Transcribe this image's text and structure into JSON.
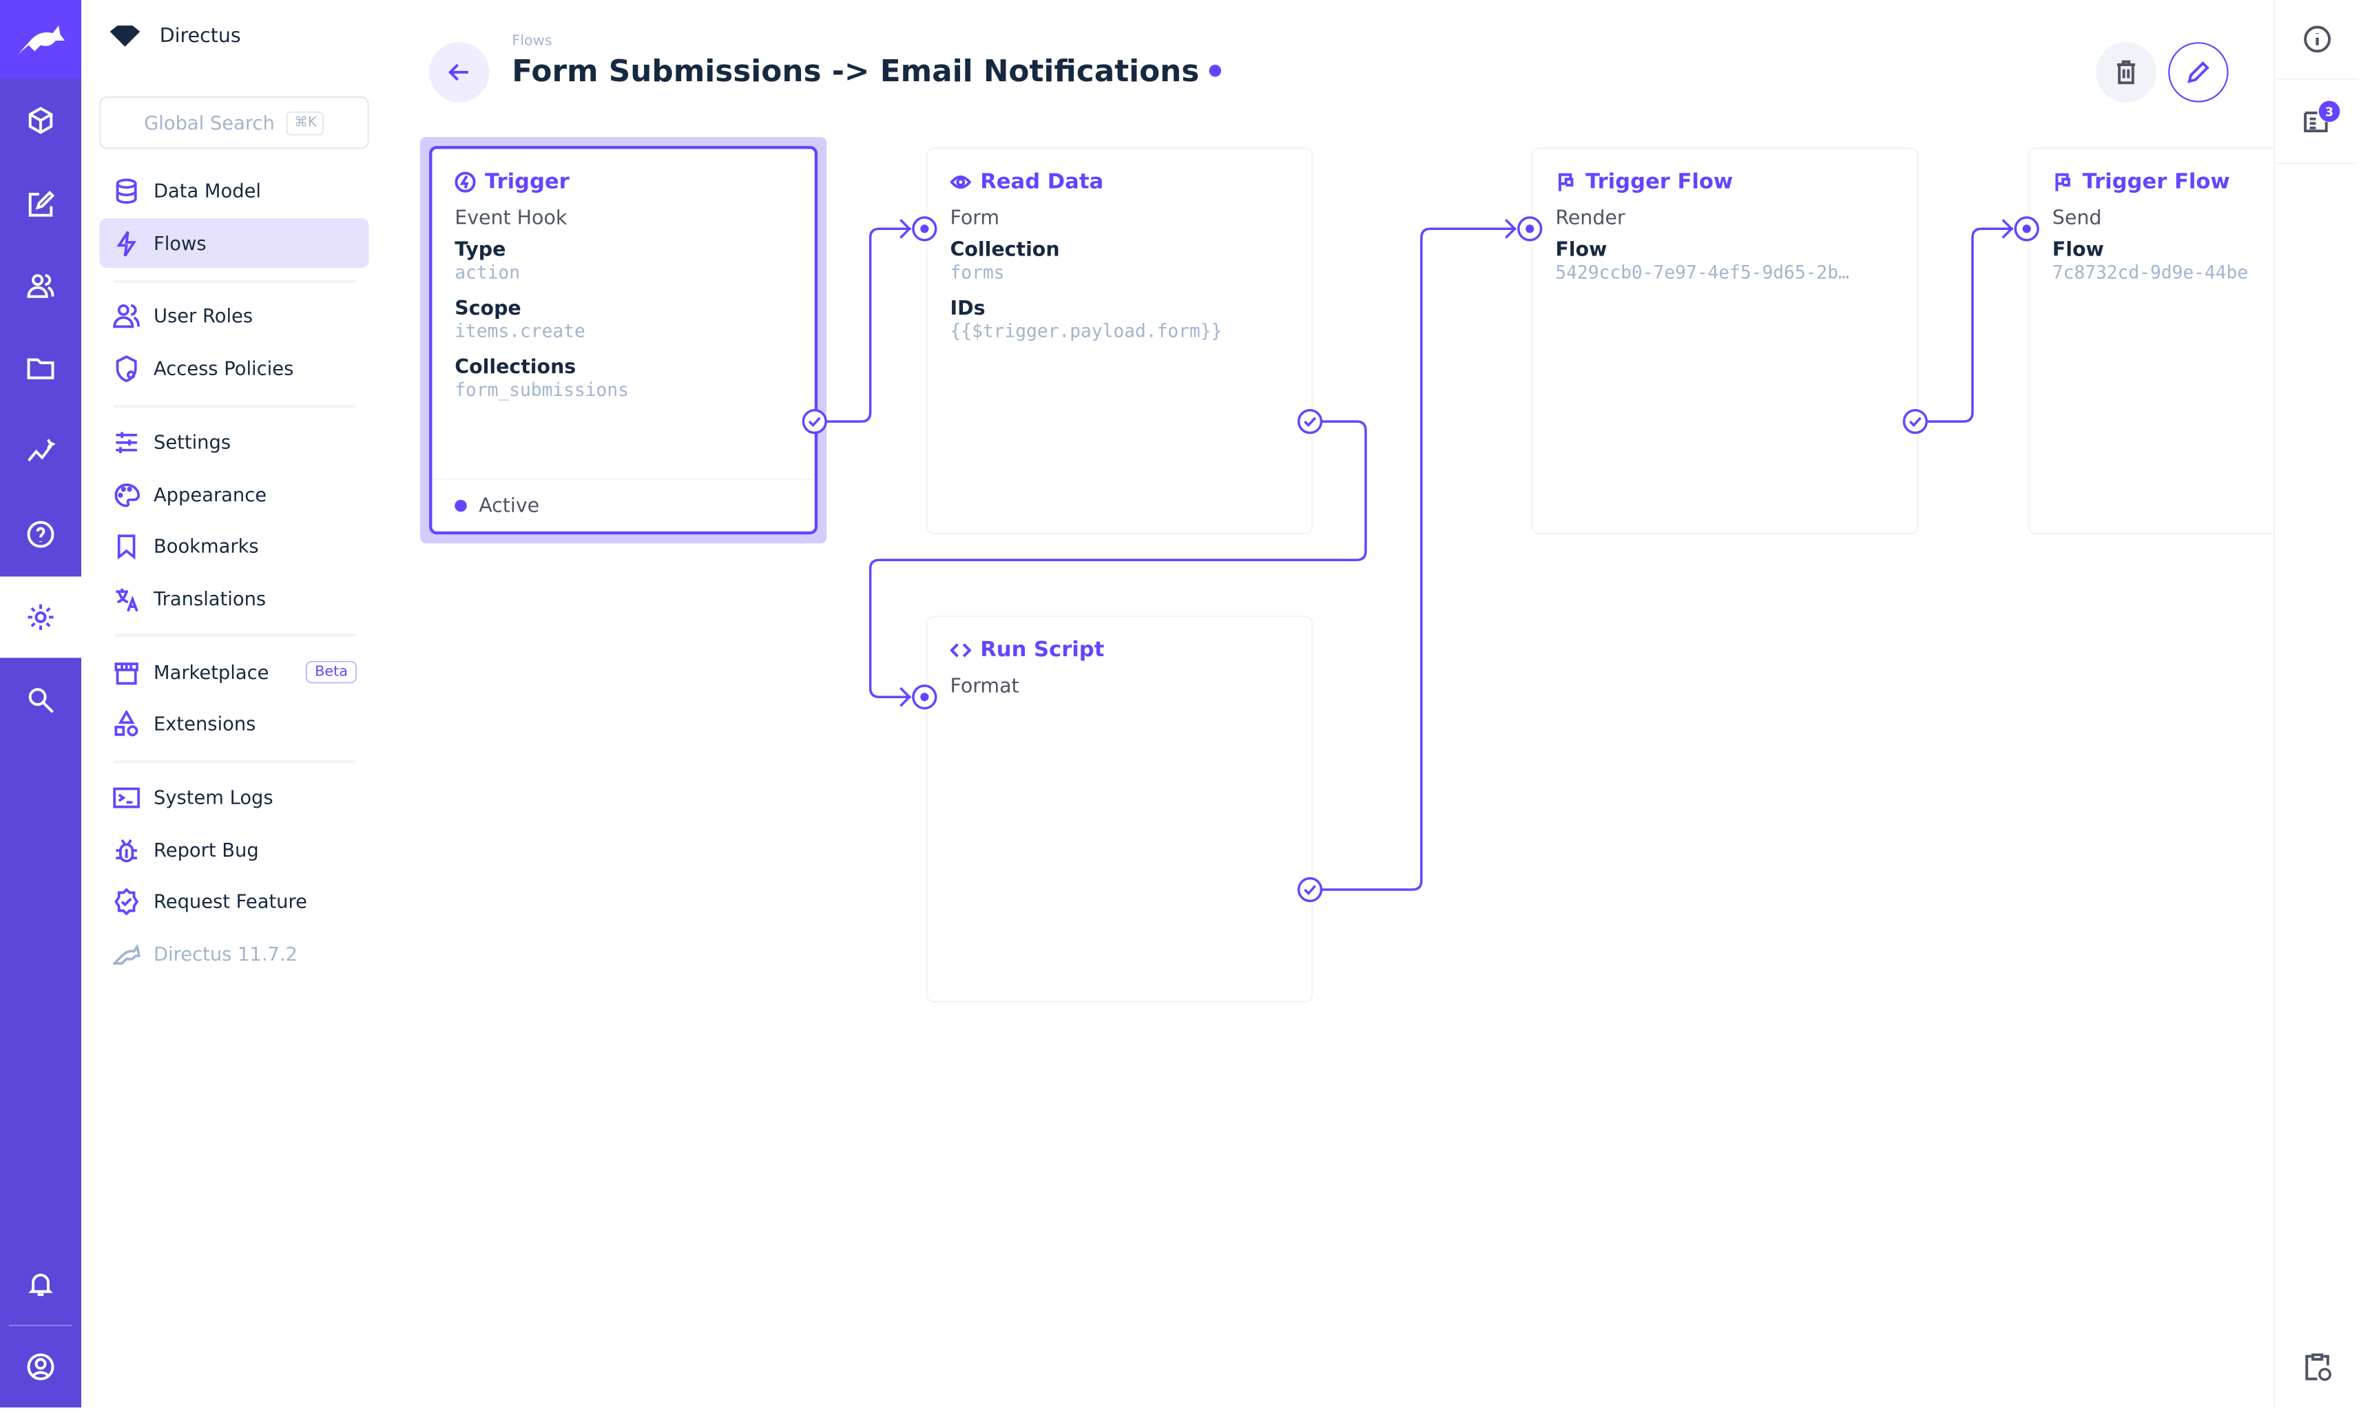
{
  "app": {
    "name": "Directus",
    "accent": "#6644FF"
  },
  "search": {
    "placeholder": "Global Search",
    "shortcut": "⌘K"
  },
  "nav": {
    "items": [
      {
        "label": "Data Model",
        "icon": "database-icon"
      },
      {
        "label": "Flows",
        "icon": "bolt-icon",
        "active": true
      },
      {
        "label": "User Roles",
        "icon": "users-icon"
      },
      {
        "label": "Access Policies",
        "icon": "shield-icon"
      },
      {
        "label": "Settings",
        "icon": "sliders-icon"
      },
      {
        "label": "Appearance",
        "icon": "palette-icon"
      },
      {
        "label": "Bookmarks",
        "icon": "bookmark-icon"
      },
      {
        "label": "Translations",
        "icon": "translate-icon"
      },
      {
        "label": "Marketplace",
        "icon": "store-icon",
        "badge": "Beta"
      },
      {
        "label": "Extensions",
        "icon": "shapes-icon"
      },
      {
        "label": "System Logs",
        "icon": "terminal-icon"
      },
      {
        "label": "Report Bug",
        "icon": "bug-icon"
      },
      {
        "label": "Request Feature",
        "icon": "verified-icon"
      },
      {
        "label": "Directus 11.7.2",
        "icon": "directus-logo-icon"
      }
    ]
  },
  "header": {
    "breadcrumb": "Flows",
    "title": "Form Submissions -> Email Notifications"
  },
  "sidebar_right": {
    "logs_badge": "3"
  },
  "flow": {
    "trigger": {
      "title": "Trigger",
      "name": "Event Hook",
      "fields": [
        {
          "label": "Type",
          "value": "action"
        },
        {
          "label": "Scope",
          "value": "items.create"
        },
        {
          "label": "Collections",
          "value": "form_submissions"
        }
      ],
      "status": "Active"
    },
    "operations": [
      {
        "title": "Read Data",
        "icon": "eye-icon",
        "name": "Form",
        "fields": [
          {
            "label": "Collection",
            "value": "forms"
          },
          {
            "label": "IDs",
            "value": "{{$trigger.payload.form}}"
          }
        ]
      },
      {
        "title": "Run Script",
        "icon": "code-icon",
        "name": "Format",
        "fields": []
      },
      {
        "title": "Trigger Flow",
        "icon": "flag-icon",
        "name": "Render",
        "fields": [
          {
            "label": "Flow",
            "value": "5429ccb0-7e97-4ef5-9d65-2b…"
          }
        ]
      },
      {
        "title": "Trigger Flow",
        "icon": "flag-icon",
        "name": "Send",
        "fields": [
          {
            "label": "Flow",
            "value": "7c8732cd-9d9e-44be"
          }
        ]
      }
    ]
  }
}
